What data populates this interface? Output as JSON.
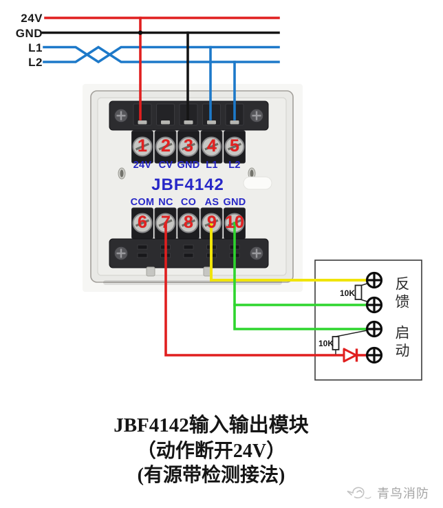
{
  "bus": {
    "labels": [
      "24V",
      "GND",
      "L1",
      "L2"
    ]
  },
  "module": {
    "model": "JBF4142",
    "input_terminals": {
      "numbers": [
        "1",
        "2",
        "3",
        "4",
        "5"
      ],
      "labels": [
        "24V",
        "CV",
        "GND",
        "L1",
        "L2"
      ]
    },
    "output_terminals": {
      "numbers": [
        "6",
        "7",
        "8",
        "9",
        "10"
      ],
      "labels": [
        "COM",
        "NC",
        "CO",
        "AS",
        "GND"
      ]
    }
  },
  "device": {
    "resistor_top": "10K",
    "resistor_bottom": "10K",
    "label_top": "反馈",
    "label_bottom": "启动"
  },
  "caption": {
    "line1": "JBF4142输入输出模块",
    "line2": "（动作断开24V）",
    "line3": "(有源带检测接法)"
  },
  "watermark": "青鸟消防",
  "colors": {
    "wire_24v": "#e01f1f",
    "wire_gnd": "#151515",
    "wire_signal": "#1d79c9",
    "wire_feedback": "#f0e40a",
    "wire_start": "#2ed52e",
    "label_blue": "#2727c7",
    "number_red": "#e32222"
  },
  "wiring": [
    "24V bus → terminal 1 (24V)",
    "GND bus → terminal 3 (GND)",
    "L1 twisted pair → terminal 4 (L1)",
    "L2 twisted pair → terminal 5 (L2)",
    "terminal 7 (NC) — diode → 启动 terminal (red)",
    "terminal 9 (AS) → 反馈 terminal (yellow)",
    "terminal 10 (GND) → 反馈 and 启动 terminals (green)",
    "10K resistor across 反馈 pair",
    "10K resistor across 启动 pair"
  ]
}
